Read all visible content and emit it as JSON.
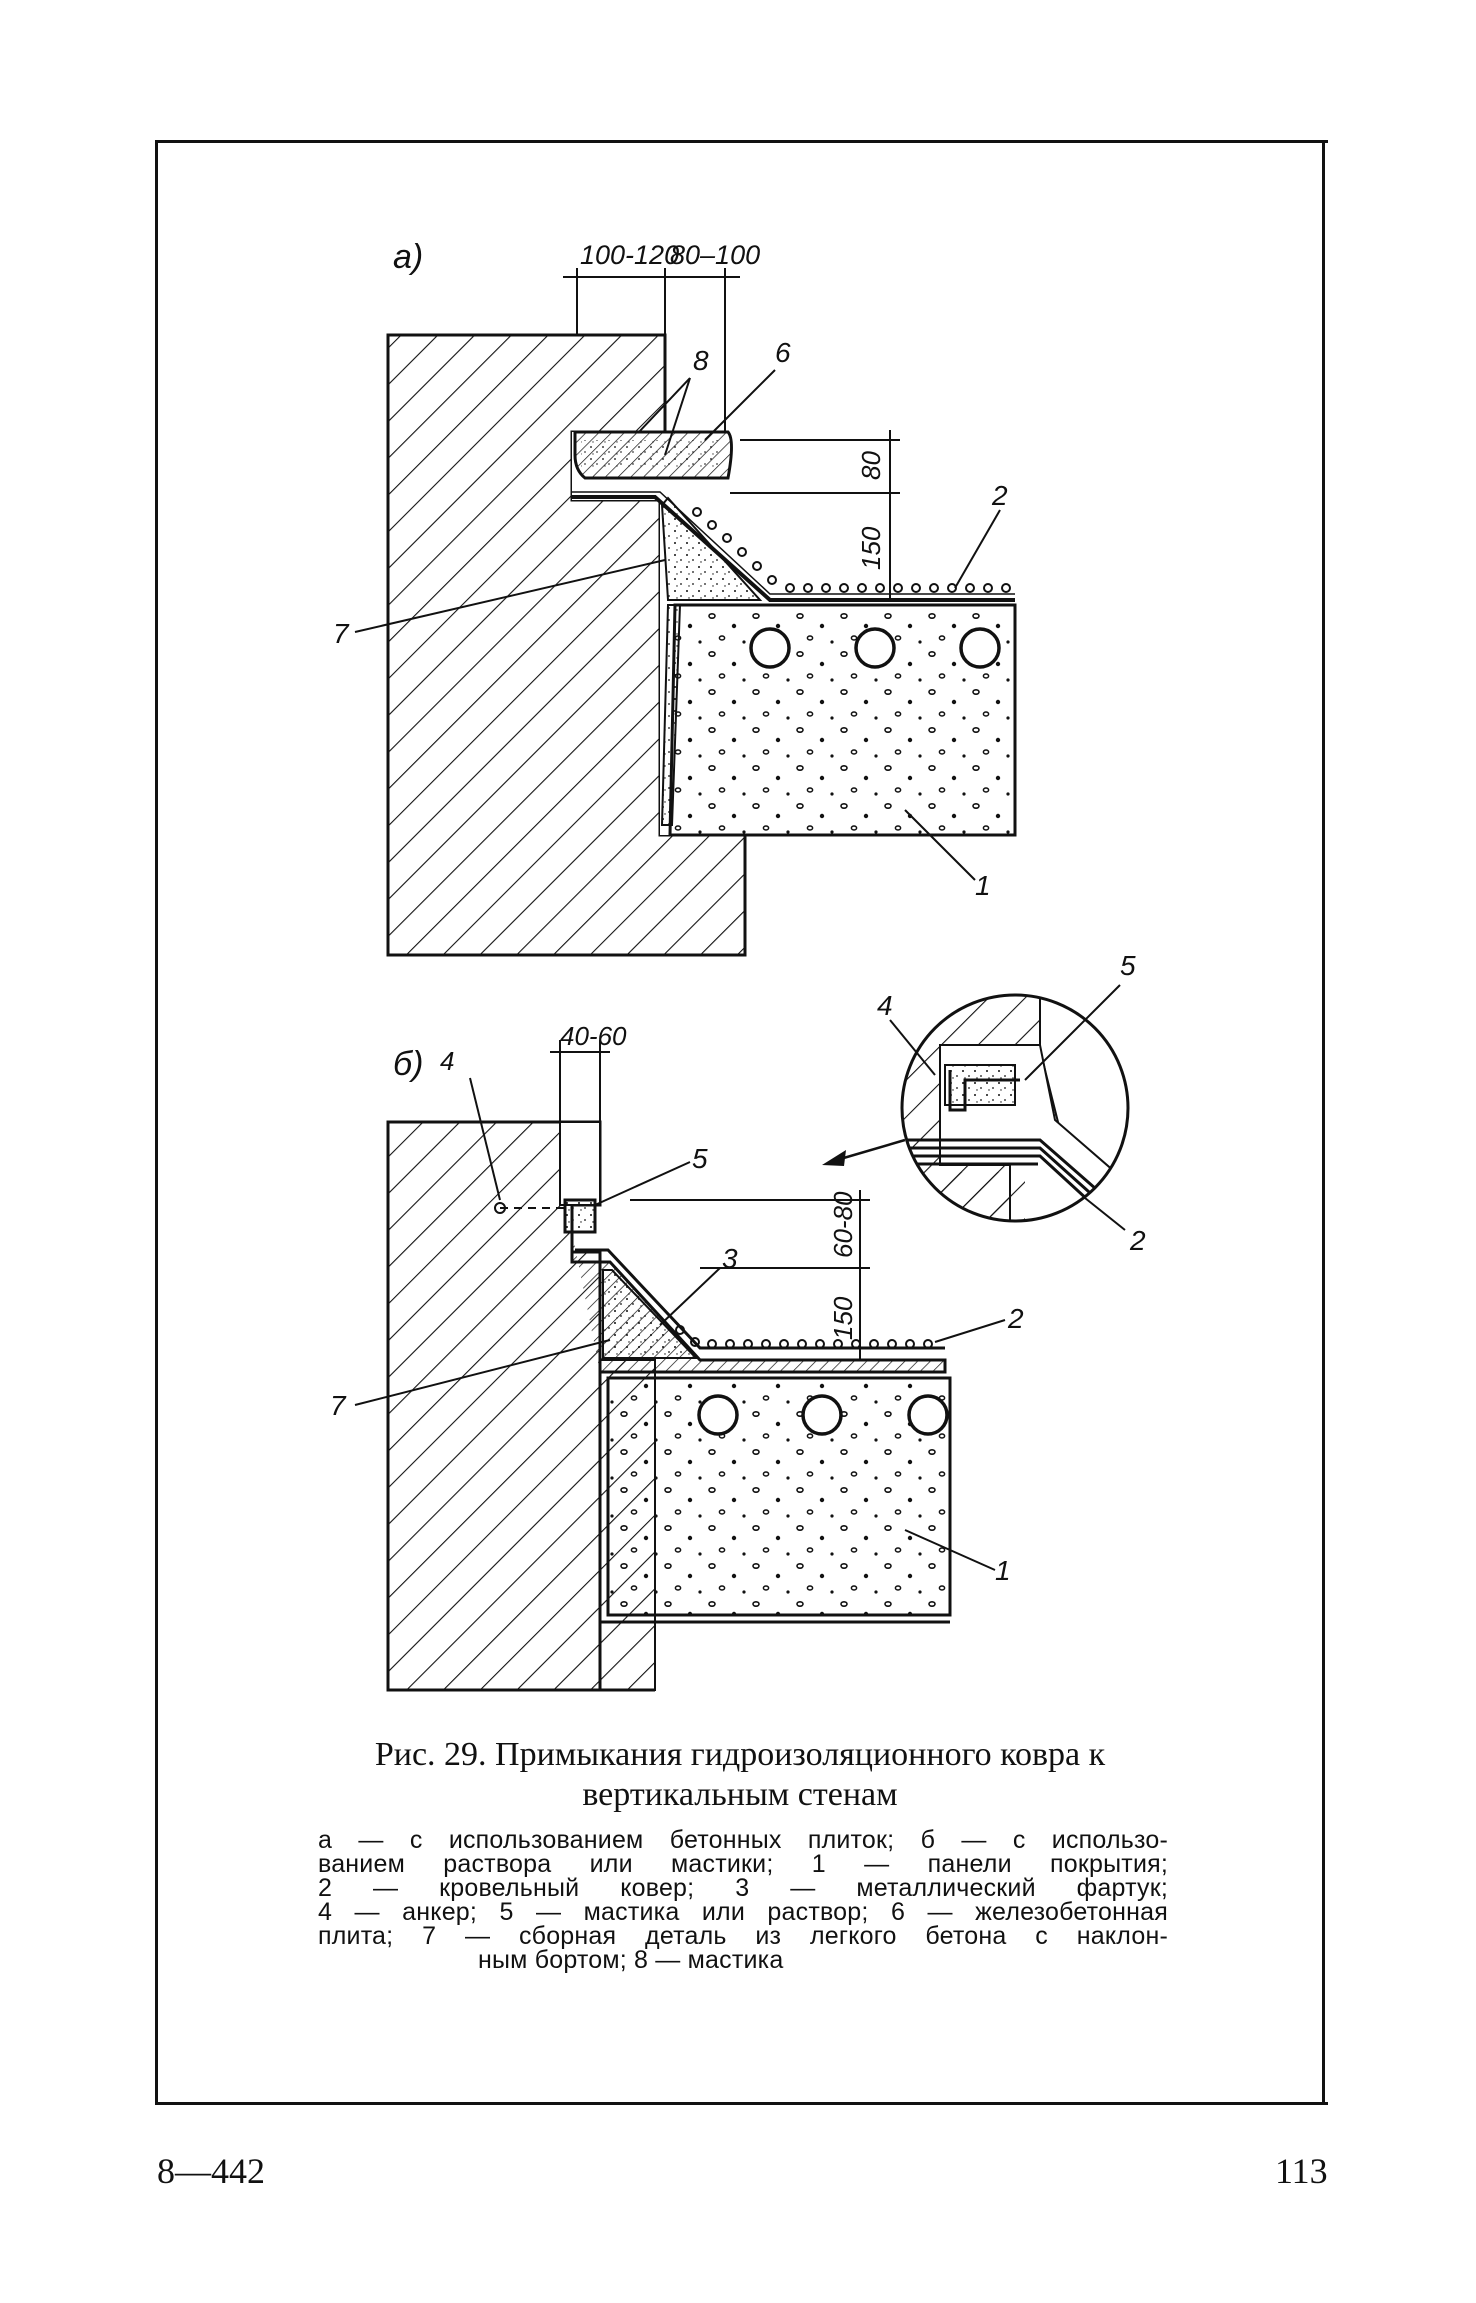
{
  "figure": {
    "part_a": {
      "label": "а)",
      "dim_top": "100-120",
      "dim_top2": "80–100",
      "dim_80": "80",
      "dim_150": "150",
      "callout_8": "8",
      "callout_6": "6",
      "callout_2": "2",
      "callout_7": "7",
      "callout_1": "1"
    },
    "part_b": {
      "label": "б)",
      "dim_top": "40-60",
      "dim_6080": "60-80",
      "dim_150": "150",
      "callout_4": "4",
      "callout_5": "5",
      "callout_3": "3",
      "callout_2": "2",
      "callout_7": "7",
      "callout_1": "1"
    },
    "detail": {
      "callout_4": "4",
      "callout_5": "5",
      "callout_2": "2"
    }
  },
  "caption": {
    "title_line1": "Рис. 29. Примыкания гидроизоляционного ковра к",
    "title_line2": "вертикальным стенам",
    "legend": [
      "а — с использованием бетонных плиток; б — с использо-",
      "ванием раствора или мастики; 1 — панели покрытия;",
      "2 — кровельный ковер; 3 — металлический фартук;",
      "4 — анкер; 5 — мастика или раствор; 6 — железобетонная",
      "плита; 7 — сборная деталь из легкого бетона с наклон-",
      "ным бортом; 8 — мастика"
    ]
  },
  "footer": {
    "signature": "8—442",
    "page_number": "113"
  }
}
